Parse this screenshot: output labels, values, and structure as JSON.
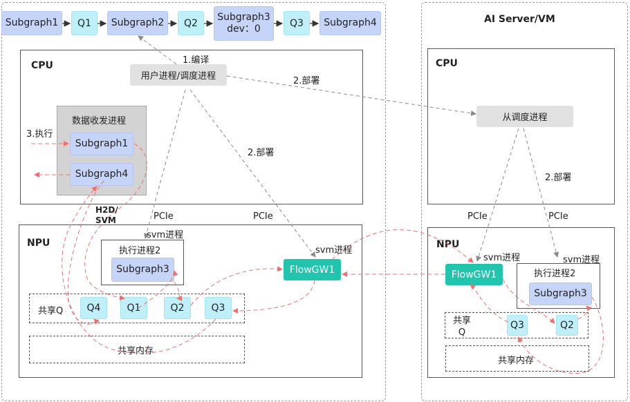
{
  "pipeline": {
    "nodes": [
      "Subgraph1",
      "Q1",
      "Subgraph2",
      "Q2",
      "Subgraph3\ndev：0",
      "Q3",
      "Subgraph4"
    ]
  },
  "left": {
    "cpu_title": "CPU",
    "user_process": "用户进程/调度进程",
    "data_process_title": "数据收发进程",
    "subgraph1": "Subgraph1",
    "subgraph4": "Subgraph4",
    "npu_title": "NPU",
    "exec_process": "执行进程2",
    "subgraph3": "Subgraph3",
    "shared_q_label": "共享Q",
    "queues": [
      "Q4",
      "Q1",
      "Q2",
      "Q3"
    ],
    "shared_mem": "共享内存",
    "flowgw": "FlowGW1",
    "svm1": "svm进程",
    "svm2": "svm进程"
  },
  "right": {
    "region_title": "AI Server/VM",
    "cpu_title": "CPU",
    "slave_process": "从调度进程",
    "npu_title": "NPU",
    "flowgw": "FlowGW1",
    "svm1": "svm进程",
    "svm2": "svm进程",
    "exec_process": "执行进程2",
    "subgraph3": "Subgraph3",
    "shared_q_label": "共享\nQ",
    "queues": [
      "Q3",
      "Q2"
    ],
    "shared_mem": "共享内存"
  },
  "annotations": {
    "compile": "1.编译",
    "deploy_a": "2.部署",
    "deploy_b": "2.部署",
    "deploy_c": "2.部署",
    "execute": "3.执行",
    "h2d_svm": "H2D/\nSVM",
    "pcie_1": "PCIe",
    "pcie_2": "PCIe",
    "pcie_3": "PCIe",
    "pcie_4": "PCIe"
  },
  "colors": {
    "blue_node": "#c6d4f7",
    "cyan_node": "#bff0fa",
    "teal_node": "#21c4ad",
    "grey_node": "#e1e1e1",
    "red_dash": "#f08080",
    "grey_dash": "#9a9a9a"
  }
}
